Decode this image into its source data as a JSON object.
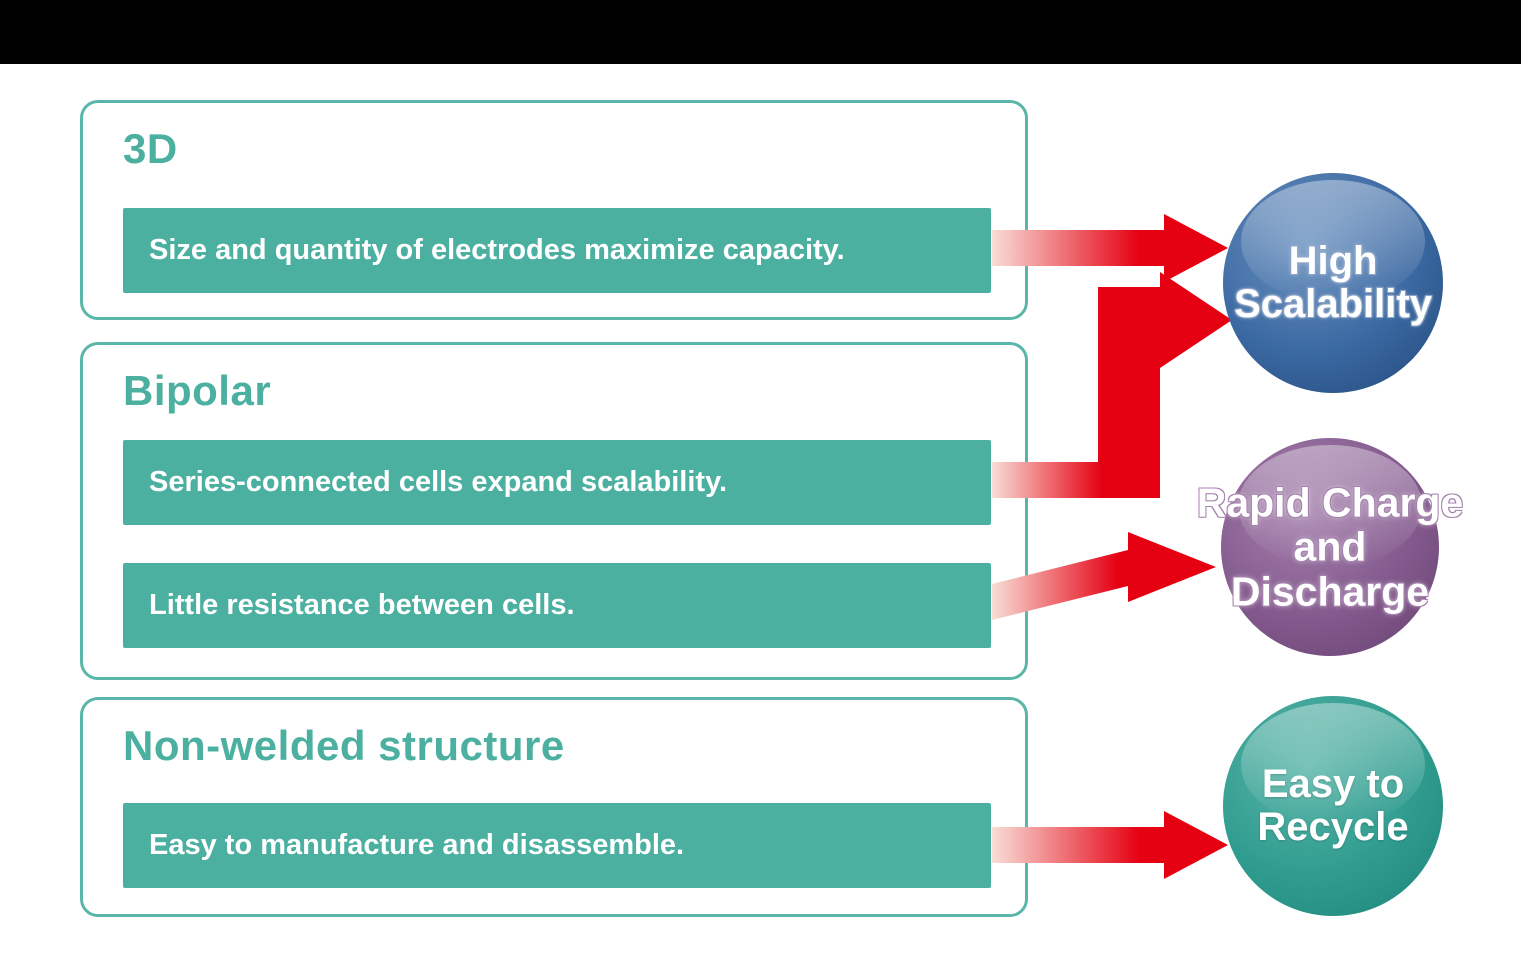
{
  "colors": {
    "top_bar": "#000000",
    "teal": "#4cb0a1",
    "teal_border": "#5ab6a9",
    "arrow_red": "#e50012",
    "arrow_pale": "#f8ddd6",
    "circle_blue": "#3a68a1",
    "circle_purple": "#845a8e",
    "circle_teal": "#2f9c8f",
    "text_white": "#ffffff"
  },
  "boxes": [
    {
      "title": "3D",
      "items": [
        "Size and quantity of electrodes maximize capacity."
      ]
    },
    {
      "title": "Bipolar",
      "items": [
        "Series-connected cells expand scalability.",
        "Little resistance between cells."
      ]
    },
    {
      "title": "Non-welded structure",
      "items": [
        "Easy to manufacture and disassemble."
      ]
    }
  ],
  "circles": [
    {
      "name": "High Scalability",
      "lines": [
        "High",
        "Scalability"
      ]
    },
    {
      "name": "Rapid Charge and Discharge",
      "lines": [
        "Rapid Charge",
        "and",
        "Discharge"
      ]
    },
    {
      "name": "Easy to Recycle",
      "lines": [
        "Easy to",
        "Recycle"
      ]
    }
  ]
}
